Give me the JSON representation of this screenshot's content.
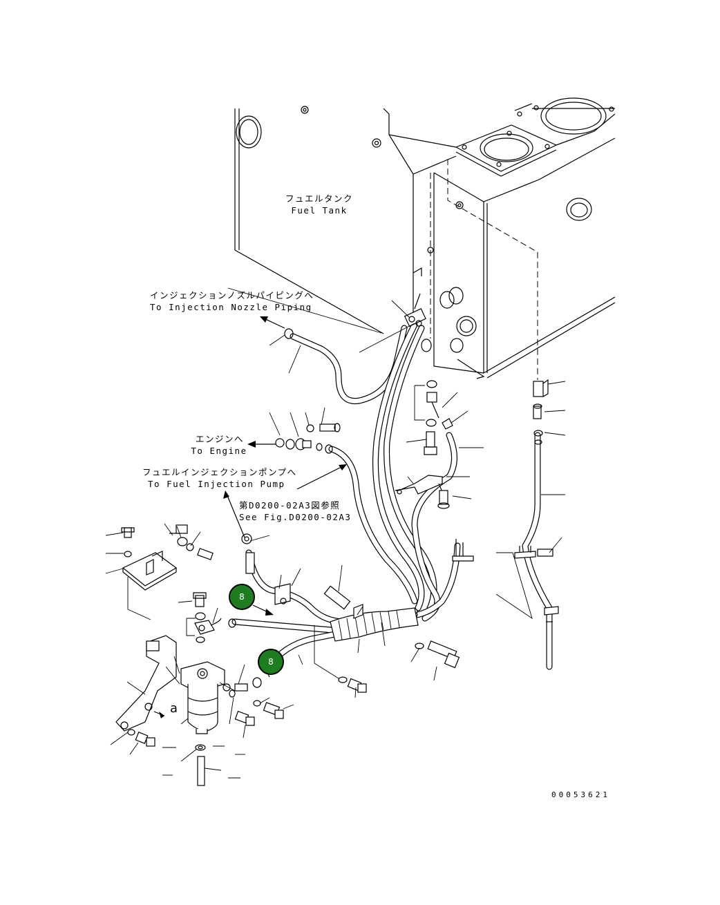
{
  "labels": {
    "fuel_tank_jp": "フュエルタンク",
    "fuel_tank_en": "Fuel Tank",
    "injection_nozzle_jp": "インジェクションノズルパイピングへ",
    "injection_nozzle_en": "To Injection Nozzle Piping",
    "engine_jp": "エンジンへ",
    "engine_en": "To Engine",
    "fuel_pump_jp": "フュエルインジェクションポンプへ",
    "fuel_pump_en": "To Fuel Injection Pump",
    "see_fig_jp": "第D0200-02A3図参照",
    "see_fig_en": "See Fig.D0200-02A3",
    "detail_a": "a",
    "drawing_number": "00053621"
  },
  "callouts": [
    {
      "id": "callout-8-upper",
      "label": "8"
    },
    {
      "id": "callout-8-lower",
      "label": "8"
    }
  ],
  "colors": {
    "callout_fill": "#1e7d1e",
    "line": "#000000",
    "background": "#ffffff"
  }
}
